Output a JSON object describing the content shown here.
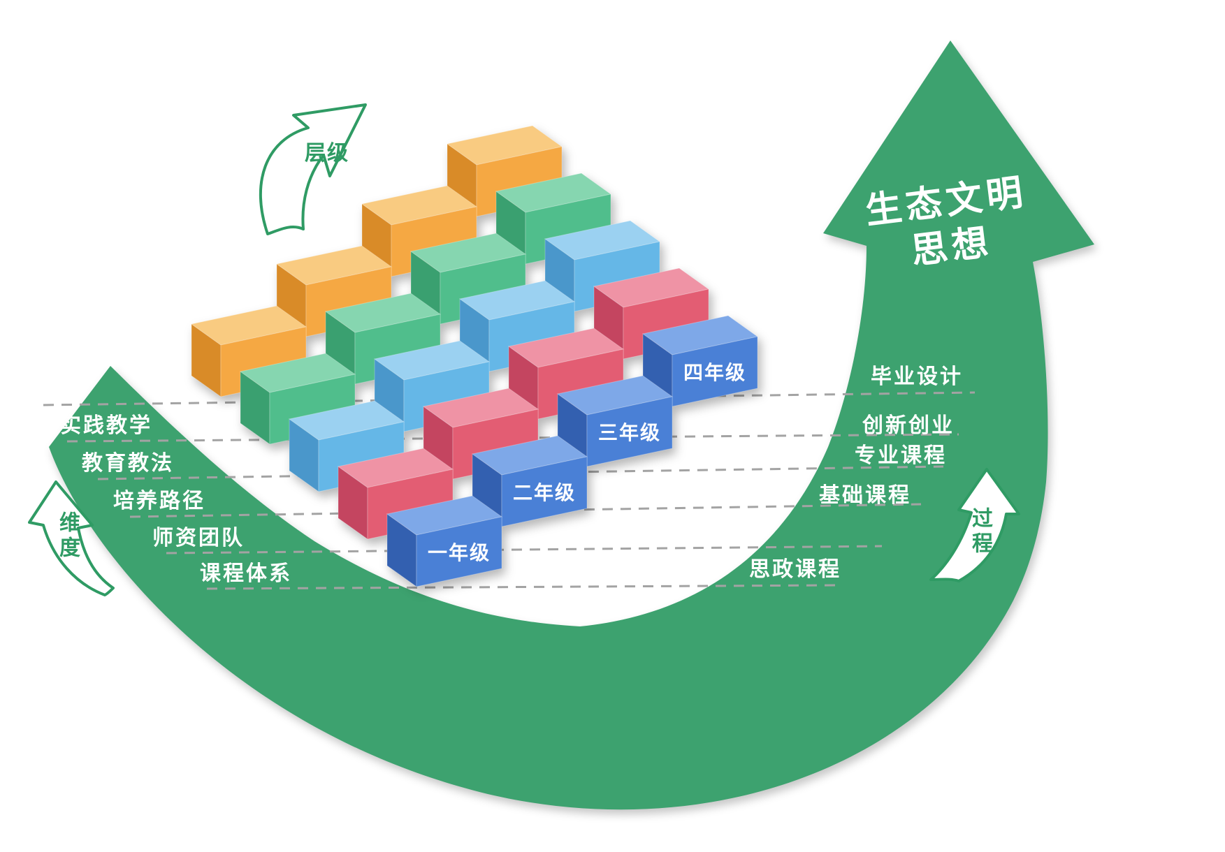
{
  "colors": {
    "band_green": "#3DA26F",
    "outline_green": "#2F9B64",
    "dash_gray": "#A3A3A3",
    "text_white": "#FFFFFF"
  },
  "main_arrow": {
    "line1": "生态文明",
    "line2": "思想"
  },
  "side_arrows": {
    "level": "层级",
    "dimension": "维度",
    "process": "过程"
  },
  "left_labels": [
    {
      "text": "实践教学"
    },
    {
      "text": "教育教法"
    },
    {
      "text": "培养路径"
    },
    {
      "text": "师资团队"
    },
    {
      "text": "课程体系"
    }
  ],
  "right_labels": [
    {
      "text": "毕业设计"
    },
    {
      "text": "创新创业"
    },
    {
      "text": "专业课程"
    },
    {
      "text": "基础课程"
    },
    {
      "text": "思政课程"
    }
  ],
  "grades": [
    {
      "label": "一年级"
    },
    {
      "label": "二年级"
    },
    {
      "label": "三年级"
    },
    {
      "label": "四年级"
    }
  ],
  "cube_colors": [
    {
      "name": "blue",
      "front": "#4A80D6",
      "side": "#3360B0",
      "top": "#7EA8E8"
    },
    {
      "name": "red",
      "front": "#E35D73",
      "side": "#C44560",
      "top": "#EF93A5"
    },
    {
      "name": "light-blue",
      "front": "#65B7E7",
      "side": "#4A97CB",
      "top": "#9BD1F1"
    },
    {
      "name": "green",
      "front": "#50BE8C",
      "side": "#3AA070",
      "top": "#86D6B0"
    },
    {
      "name": "orange",
      "front": "#F5A843",
      "side": "#D98B28",
      "top": "#F9CB81"
    }
  ],
  "dashed_lines": [
    [
      62,
      580,
      1395,
      562
    ],
    [
      96,
      632,
      1372,
      622
    ],
    [
      140,
      686,
      1350,
      668
    ],
    [
      186,
      740,
      1318,
      722
    ],
    [
      238,
      792,
      1262,
      782
    ],
    [
      296,
      843,
      1198,
      838
    ]
  ]
}
